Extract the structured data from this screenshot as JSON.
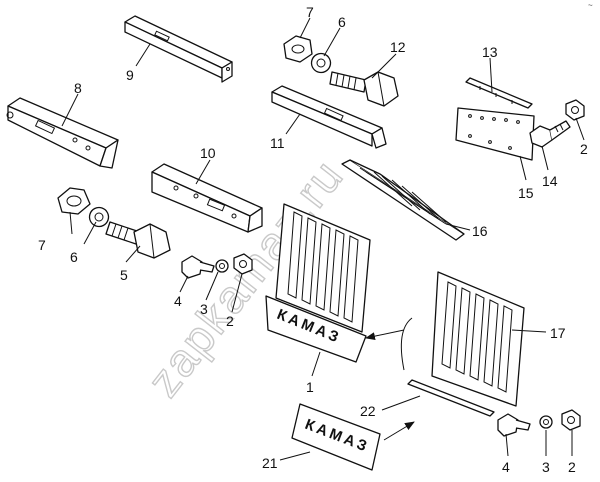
{
  "watermark": "zapkamaz.ru",
  "corner_mark": "~",
  "plates": {
    "front": "КАМАЗ",
    "rear": "КАМАЗ"
  },
  "callouts": [
    {
      "id": "c7a",
      "text": "7"
    },
    {
      "id": "c6a",
      "text": "6"
    },
    {
      "id": "c12",
      "text": "12"
    },
    {
      "id": "c13",
      "text": "13"
    },
    {
      "id": "c9",
      "text": "9"
    },
    {
      "id": "c8",
      "text": "8"
    },
    {
      "id": "c11",
      "text": "11"
    },
    {
      "id": "c2a",
      "text": "2"
    },
    {
      "id": "c14",
      "text": "14"
    },
    {
      "id": "c15",
      "text": "15"
    },
    {
      "id": "c10",
      "text": "10"
    },
    {
      "id": "c16",
      "text": "16"
    },
    {
      "id": "c7b",
      "text": "7"
    },
    {
      "id": "c6b",
      "text": "6"
    },
    {
      "id": "c5",
      "text": "5"
    },
    {
      "id": "c4a",
      "text": "4"
    },
    {
      "id": "c3a",
      "text": "3"
    },
    {
      "id": "c2b",
      "text": "2"
    },
    {
      "id": "c17",
      "text": "17"
    },
    {
      "id": "c1",
      "text": "1"
    },
    {
      "id": "c22",
      "text": "22"
    },
    {
      "id": "c21",
      "text": "21"
    },
    {
      "id": "c4b",
      "text": "4"
    },
    {
      "id": "c3b",
      "text": "3"
    },
    {
      "id": "c2c",
      "text": "2"
    }
  ]
}
